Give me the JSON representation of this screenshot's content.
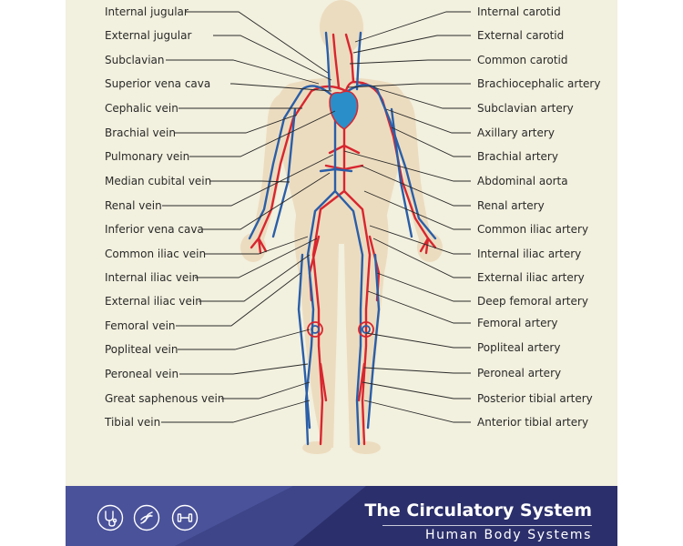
{
  "title": "The Circulatory System",
  "subtitle": "Human Body Systems",
  "veins": [
    "Internal jugular",
    "External jugular",
    "Subclavian",
    "Superior vena cava",
    "Cephalic vein",
    "Brachial vein",
    "Pulmonary vein",
    "Median cubital vein",
    "Renal vein",
    "Inferior vena cava",
    "Common iliac vein",
    "Internal iliac vein",
    "External iliac vein",
    "Femoral vein",
    "Popliteal vein",
    "Peroneal vein",
    "Great saphenous vein",
    "Tibial vein"
  ],
  "arteries": [
    "Internal carotid",
    "External carotid",
    "Common carotid",
    "Brachiocephalic artery",
    "Subclavian artery",
    "Axillary artery",
    "Brachial artery",
    "Abdominal aorta",
    "Renal artery",
    "Common iliac artery",
    "Internal iliac artery",
    "External iliac artery",
    "Deep femoral artery",
    "Femoral artery",
    "Popliteal artery",
    "Peroneal artery",
    "Posterior tibial artery",
    "Anterior tibial artery"
  ],
  "icons": [
    "stethoscope-icon",
    "dna-icon",
    "dumbbell-icon"
  ],
  "colors": {
    "background": "#f2f0de",
    "body": "#ecdcbf",
    "artery": "#d8262f",
    "vein": "#2a5ea8",
    "footer": "#3e4588",
    "footer_dark": "#2b2f6b"
  }
}
